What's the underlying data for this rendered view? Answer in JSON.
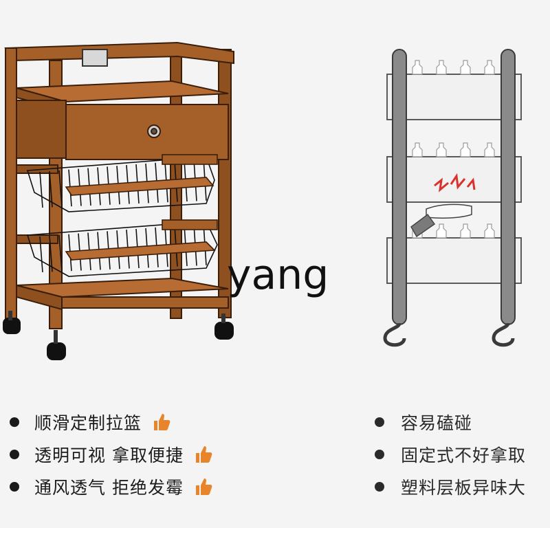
{
  "watermark": "yang",
  "colors": {
    "wood": "#a5602a",
    "wood_dark": "#6e3b17",
    "rack_gray": "#8a8a8a",
    "thumb_orange": "#e8842a",
    "alarm_red": "#d8322a"
  },
  "features_left": [
    {
      "text": "顺滑定制拉篮",
      "icon": "thumbs-up-icon"
    },
    {
      "text": "透明可视 拿取便捷",
      "icon": "thumbs-up-icon"
    },
    {
      "text": "通风透气 拒绝发霉",
      "icon": "thumbs-up-icon"
    }
  ],
  "features_right": [
    {
      "text": "容易磕碰"
    },
    {
      "text": "固定式不好拿取"
    },
    {
      "text": "塑料层板异味大"
    }
  ]
}
